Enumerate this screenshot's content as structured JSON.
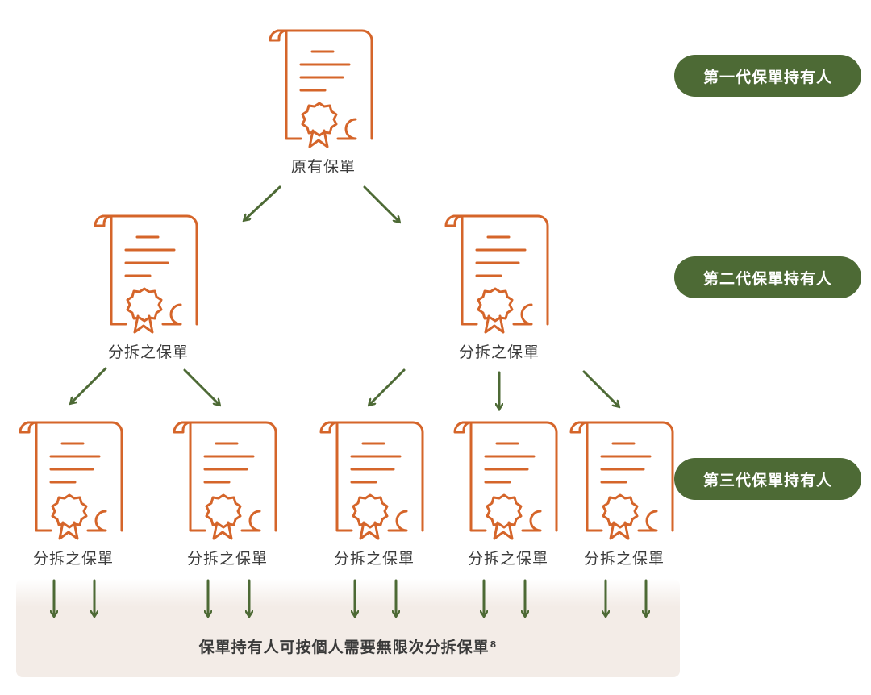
{
  "colors": {
    "accent_orange": "#d5652a",
    "arrow_green": "#4d6a35",
    "badge_green": "#4d6a35",
    "footer_bg": "#f3ece7",
    "text": "#3a3a3a"
  },
  "icons": {
    "document": "certificate-scroll-icon",
    "arrow": "arrow-icon"
  },
  "badges": [
    {
      "label": "第一代保單持有人"
    },
    {
      "label": "第二代保單持有人"
    },
    {
      "label": "第三代保單持有人"
    }
  ],
  "nodes": {
    "root": {
      "label": "原有保單"
    },
    "gen2": [
      {
        "label": "分拆之保單"
      },
      {
        "label": "分拆之保單"
      }
    ],
    "gen3": [
      {
        "label": "分拆之保單"
      },
      {
        "label": "分拆之保單"
      },
      {
        "label": "分拆之保單"
      },
      {
        "label": "分拆之保單"
      },
      {
        "label": "分拆之保單"
      }
    ]
  },
  "footer": {
    "text": "保單持有人可按個人需要無限次分拆保單",
    "footnote": "8"
  }
}
